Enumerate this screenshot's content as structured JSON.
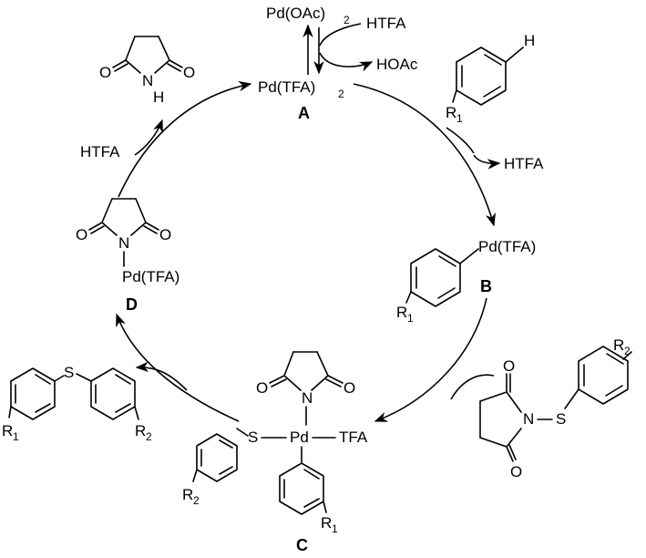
{
  "labels": {
    "pd_oac2": "Pd(OAc)",
    "pd_oac2_sub": "2",
    "htfa_in_top": "HTFA",
    "hoac_out": "HOAc",
    "pd_tfa2": "Pd(TFA)",
    "pd_tfa2_sub": "2",
    "cmpd_a": "A",
    "h_top_arene": "H",
    "r1_top_arene": "R",
    "r1_top_arene_sub": "1",
    "htfa_out_right": "HTFA",
    "pd_tfa_b": "Pd(TFA)",
    "cmpd_b": "B",
    "r1_b": "R",
    "r1_b_sub": "1",
    "r2_nsr": "R",
    "r2_nsr_sub": "2",
    "n_nsr": "N",
    "s_nsr": "S",
    "o_nsr_top": "O",
    "o_nsr_bottom": "O",
    "n_c": "N",
    "o_c_left": "O",
    "o_c_right": "O",
    "s_c": "S",
    "pd_c": "Pd",
    "tfa_c": "TFA",
    "r2_c": "R",
    "r2_c_sub": "2",
    "r1_c": "R",
    "r1_c_sub": "1",
    "cmpd_c": "C",
    "s_prod": "S",
    "r1_prod": "R",
    "r1_prod_sub": "1",
    "r2_prod": "R",
    "r2_prod_sub": "2",
    "n_d": "N",
    "o_d_left": "O",
    "o_d_right": "O",
    "pd_tfa_d": "Pd(TFA)",
    "cmpd_d": "D",
    "htfa_left": "HTFA",
    "n_succ": "N",
    "h_succ": "H",
    "o_succ_left": "O",
    "o_succ_right": "O"
  }
}
